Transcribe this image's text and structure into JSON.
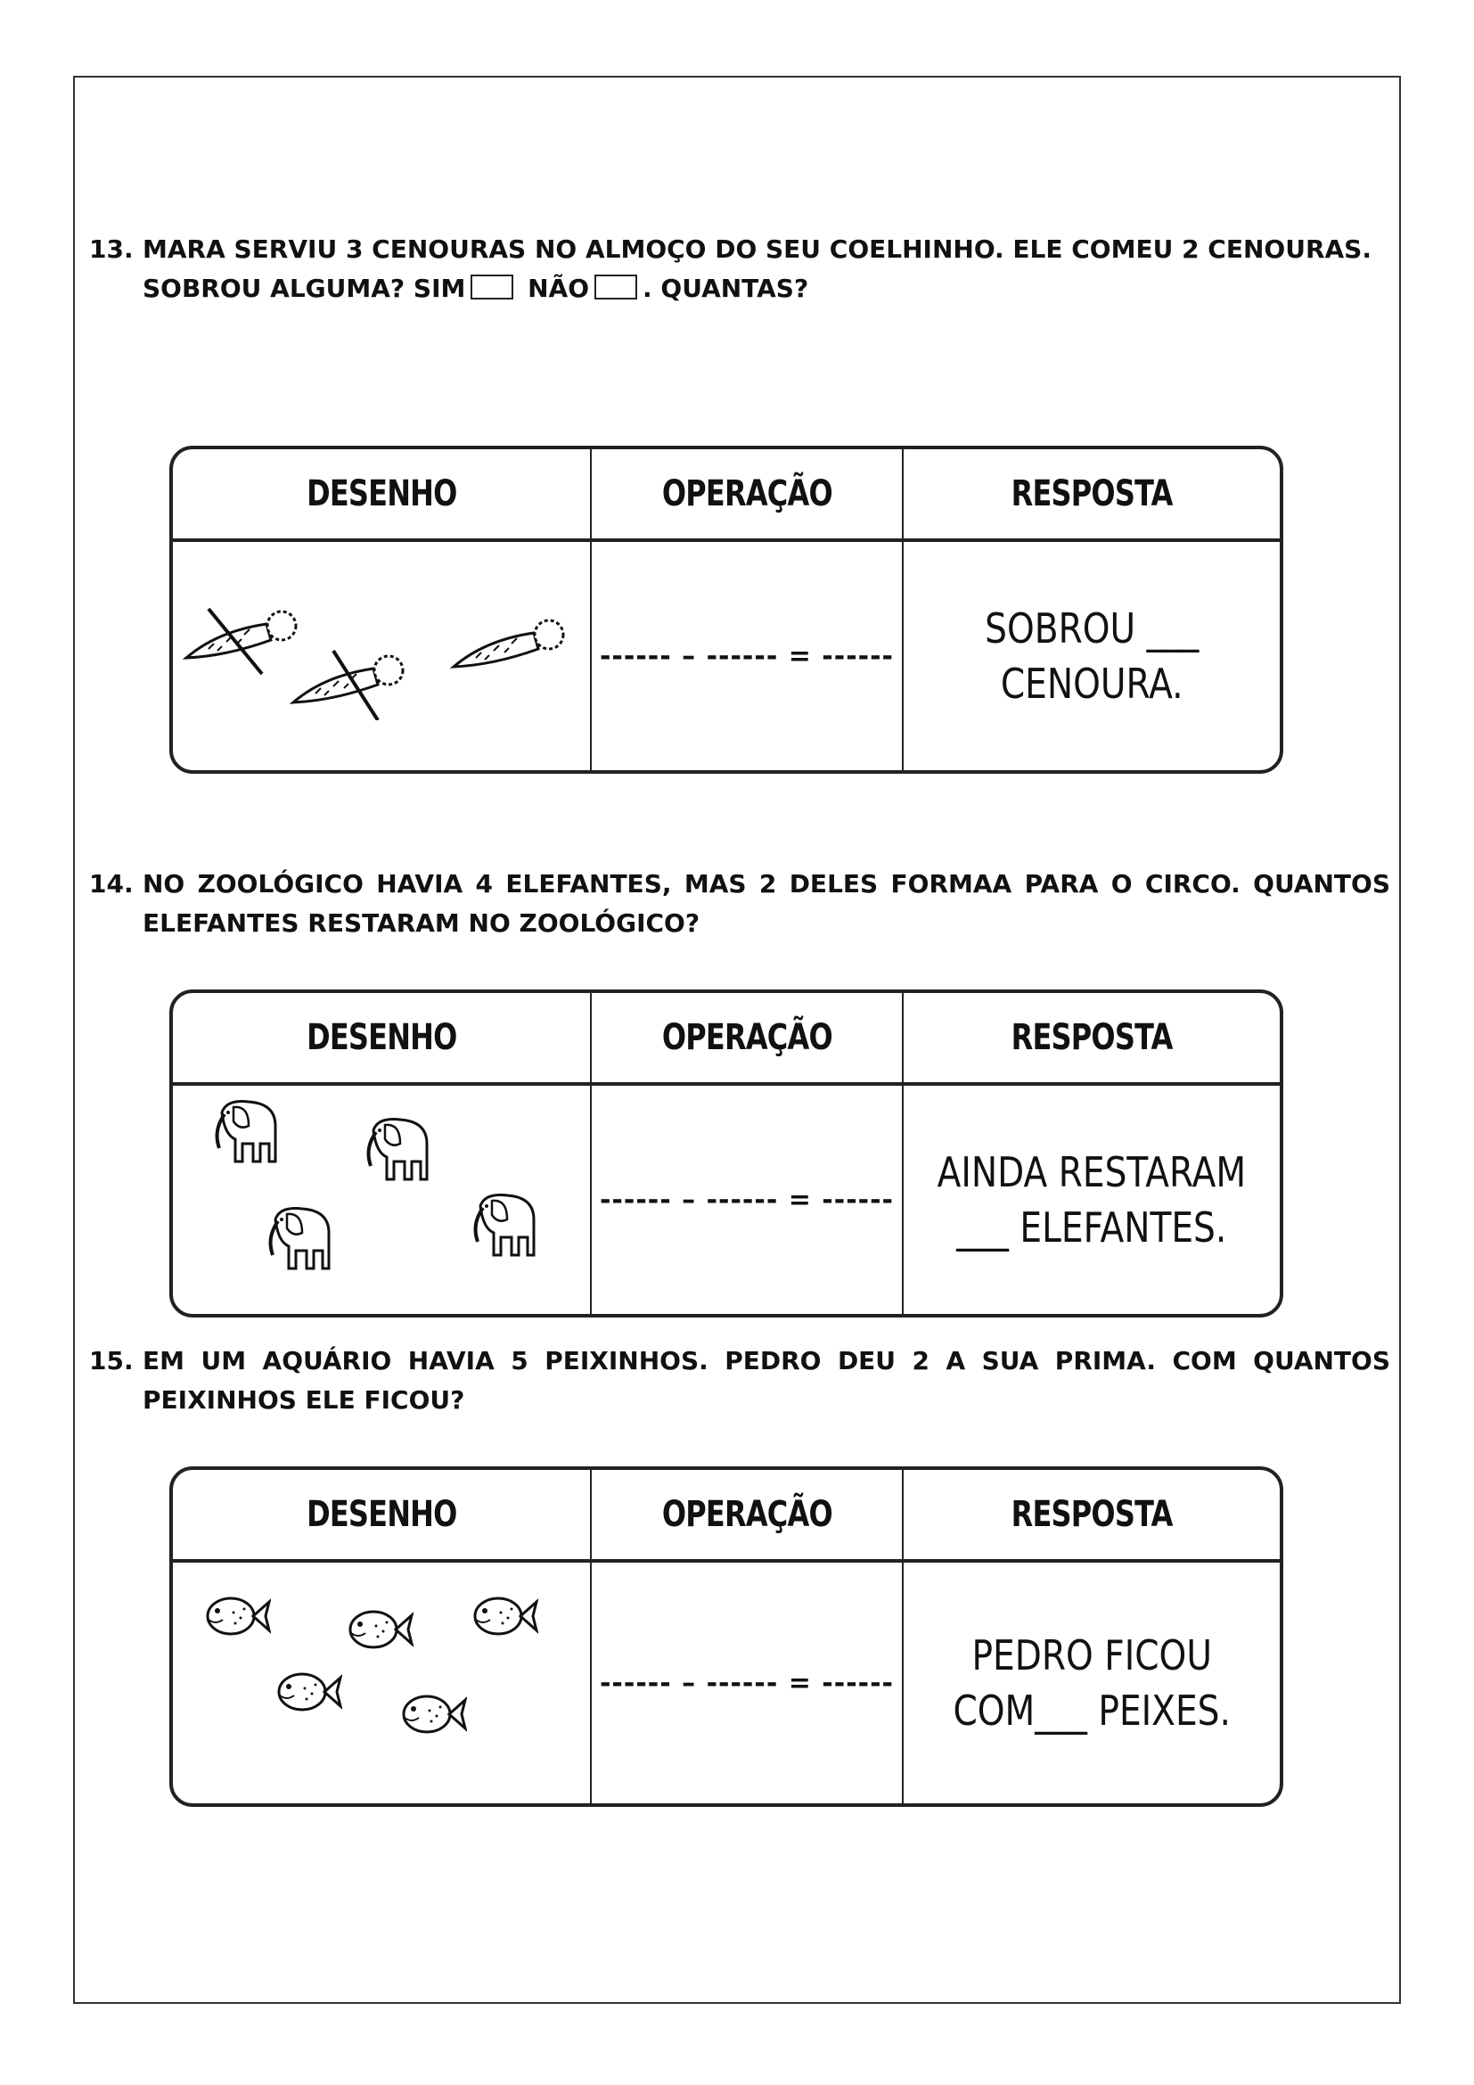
{
  "table_headers": {
    "drawing": "DESENHO",
    "operation": "OPERAÇÃO",
    "answer": "RESPOSTA"
  },
  "operation_template": "------ – ------ = ------",
  "questions": [
    {
      "number": "13.",
      "line1": "MARA SERVIU 3 CENOURAS NO ALMOÇO DO SEU COELHINHO. ELE COMEU 2 CENOURAS.",
      "line2_start": "SOBROU ALGUMA? SIM",
      "line2_mid": "NÃO",
      "line2_end": ". QUANTAS?",
      "answer_line1": "SOBROU ___",
      "answer_line2": "CENOURA.",
      "drawing": {
        "icon": "carrot-icon",
        "count": 3,
        "crossed": 2
      }
    },
    {
      "number": "14.",
      "text": "NO ZOOLÓGICO HAVIA  4 ELEFANTES, MAS 2 DELES FORMAA PARA O CIRCO. QUANTOS ELEFANTES RESTARAM NO ZOOLÓGICO?",
      "answer_line1": "AINDA RESTARAM",
      "answer_line2": "___ ELEFANTES.",
      "drawing": {
        "icon": "elephant-icon",
        "count": 4
      }
    },
    {
      "number": "15.",
      "text": "EM UM AQUÁRIO HAVIA 5 PEIXINHOS. PEDRO DEU 2 A SUA PRIMA. COM QUANTOS PEIXINHOS ELE FICOU?",
      "answer_line1": "PEDRO FICOU",
      "answer_line2": "COM___ PEIXES.",
      "drawing": {
        "icon": "fish-icon",
        "count": 5
      }
    }
  ]
}
